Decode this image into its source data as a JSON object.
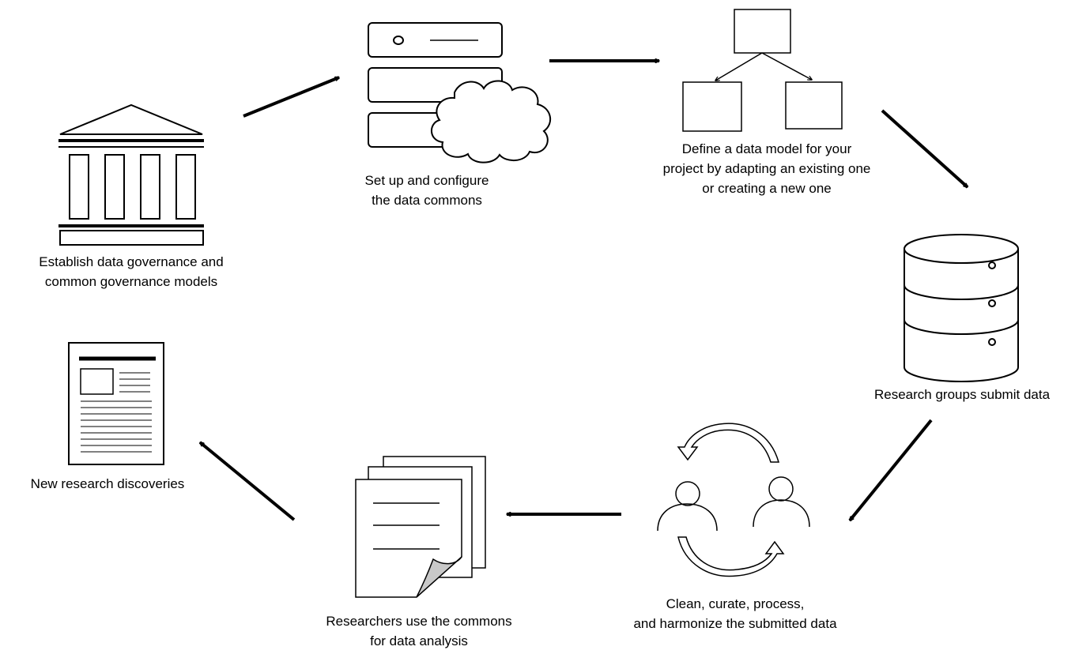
{
  "steps": {
    "governance": {
      "line1": "Establish data governance and",
      "line2": "common governance models",
      "icon": "building-icon"
    },
    "setup": {
      "line1": "Set up and configure",
      "line2": "the data commons",
      "icon": "server-cloud-icon"
    },
    "model": {
      "line1": "Define a data model for your",
      "line2": "project by adapting an existing one",
      "line3": "or creating a new one",
      "icon": "data-model-tree-icon"
    },
    "submit": {
      "line1": "Research groups submit data",
      "icon": "database-icon"
    },
    "clean": {
      "line1": "Clean, curate,  process,",
      "line2": "and harmonize the submitted data",
      "icon": "people-cycle-icon"
    },
    "analyze": {
      "line1": "Researchers use the commons",
      "line2": "for data analysis",
      "icon": "documents-icon"
    },
    "discover": {
      "line1": "New research discoveries",
      "icon": "paper-icon"
    }
  }
}
